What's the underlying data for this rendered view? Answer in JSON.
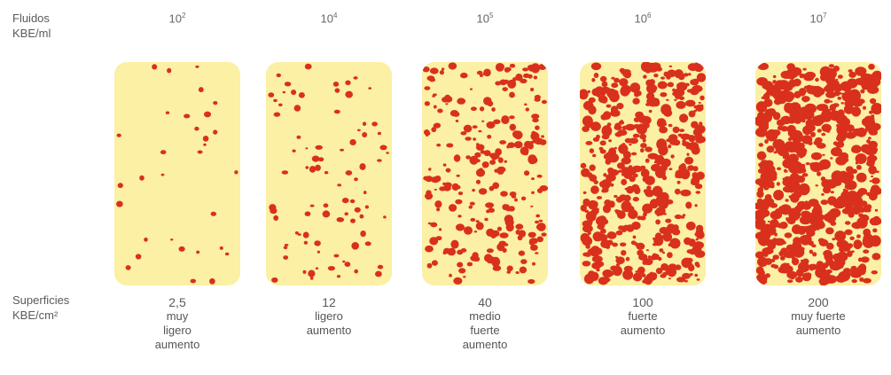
{
  "row_labels": {
    "fluids": [
      "Fluidos",
      "KBE/ml"
    ],
    "surfaces": [
      "Superficies",
      "KBE/cm²"
    ]
  },
  "colors": {
    "panel_background": "#fbf0a4",
    "colony": "#d9301e"
  },
  "columns": [
    {
      "exponent_base": "10",
      "exponent_power": "2",
      "surface_value": "2,5",
      "description": [
        "muy",
        "ligero",
        "aumento"
      ],
      "density": 0.03
    },
    {
      "exponent_base": "10",
      "exponent_power": "4",
      "surface_value": "12",
      "description": [
        "ligero",
        "aumento"
      ],
      "density": 0.12
    },
    {
      "exponent_base": "10",
      "exponent_power": "5",
      "surface_value": "40",
      "description": [
        "medio",
        "fuerte",
        "aumento"
      ],
      "density": 0.4
    },
    {
      "exponent_base": "10",
      "exponent_power": "6",
      "surface_value": "100",
      "description": [
        "fuerte",
        "aumento"
      ],
      "density": 0.75
    },
    {
      "exponent_base": "10",
      "exponent_power": "7",
      "surface_value": "200",
      "description": [
        "muy fuerte",
        "aumento"
      ],
      "density": 1.0
    }
  ]
}
